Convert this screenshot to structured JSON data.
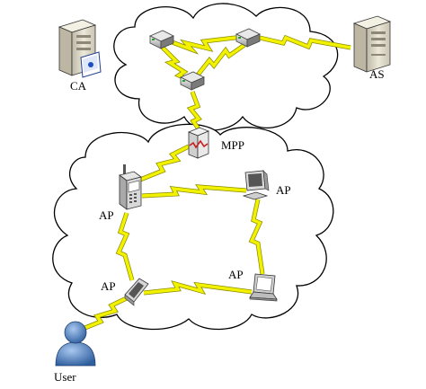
{
  "labels": {
    "ca": "CA",
    "as": "AS",
    "mpp": "MPP",
    "ap_phone": "AP",
    "ap_desktop": "AP",
    "ap_pda": "AP",
    "ap_laptop": "AP",
    "user": "User"
  },
  "colors": {
    "lightning": "#f2f200",
    "lightning_stroke": "#8a8a00",
    "cloud_stroke": "#000000",
    "cloud_fill": "#ffffff",
    "server_body": "#e6e2d4",
    "user_fill": "#4f7fc3",
    "mpp_accent": "#c81e1e"
  }
}
